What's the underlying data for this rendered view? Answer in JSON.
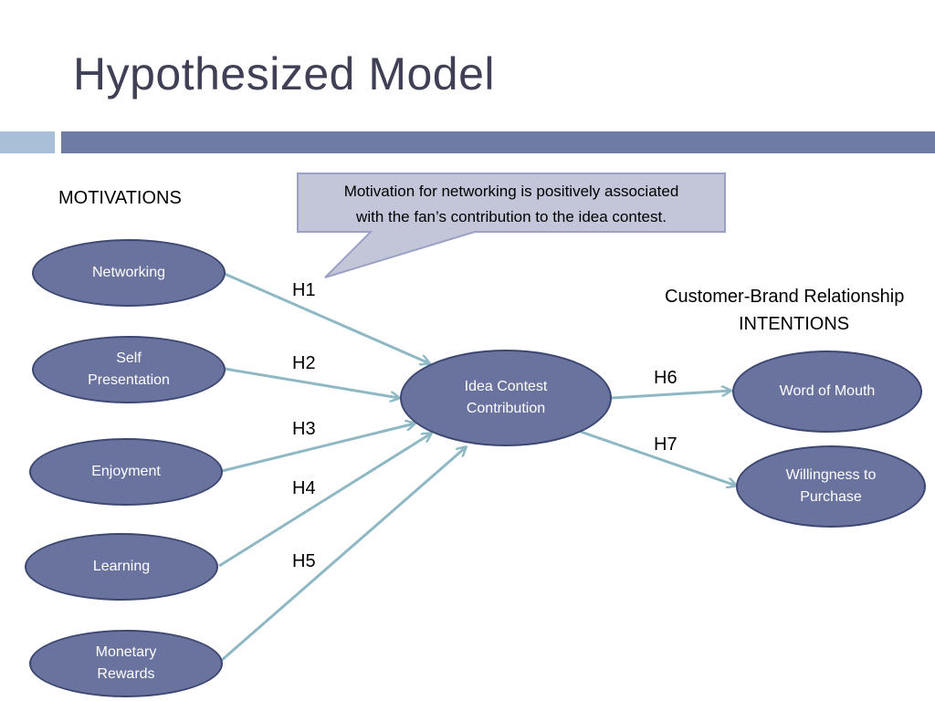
{
  "slide": {
    "title": "Hypothesized Model"
  },
  "labels": {
    "motivations": "MOTIVATIONS",
    "relationship_line1": "Customer-Brand Relationship",
    "relationship_line2": "INTENTIONS"
  },
  "callout": {
    "text": "Motivation for networking is positively associated\nwith the fan’s contribution to the idea contest."
  },
  "nodes": {
    "networking": "Networking",
    "self_presentation": "Self\nPresentation",
    "enjoyment": "Enjoyment",
    "learning": "Learning",
    "monetary_rewards": "Monetary\nRewards",
    "idea_contest": "Idea Contest\nContribution",
    "word_of_mouth": "Word of Mouth",
    "willingness": "Willingness to\nPurchase"
  },
  "hypotheses": [
    "H1",
    "H2",
    "H3",
    "H4",
    "H5",
    "H6",
    "H7"
  ],
  "colors": {
    "node_fill": "#6a739d",
    "node_border": "#3d4872",
    "arrow": "#8fb8c5",
    "callout_fill": "#c3c6d8",
    "header_bar": "#6e7ba3",
    "header_accent": "#a9bfd7"
  }
}
